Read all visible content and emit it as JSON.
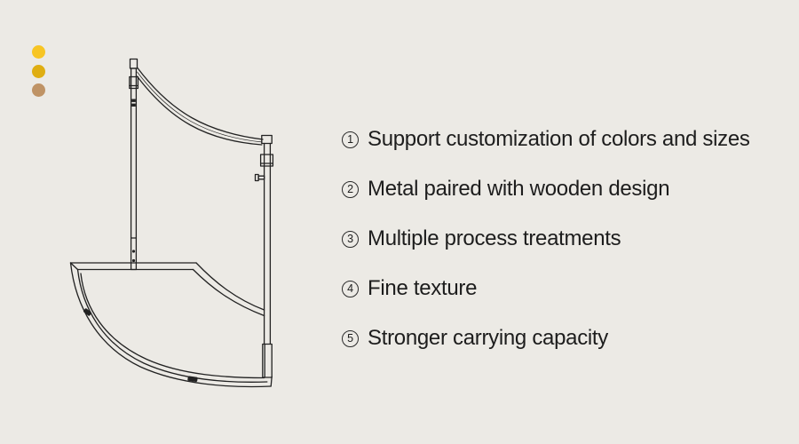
{
  "canvas": {
    "background": "#ECEAE5",
    "text_color": "#1D1D1D",
    "line_color": "#222222"
  },
  "accent_dots": [
    {
      "name": "yellow",
      "color": "#F7C524"
    },
    {
      "name": "gold",
      "color": "#DFAE12"
    },
    {
      "name": "tan",
      "color": "#BF9365"
    }
  ],
  "features": [
    {
      "number": "1",
      "label": "Support customization of colors and sizes"
    },
    {
      "number": "2",
      "label": "Metal paired with wooden design"
    },
    {
      "number": "3",
      "label": "Multiple process treatments"
    },
    {
      "number": "4",
      "label": "Fine texture"
    },
    {
      "number": "5",
      "label": "Stronger carrying capacity"
    }
  ]
}
